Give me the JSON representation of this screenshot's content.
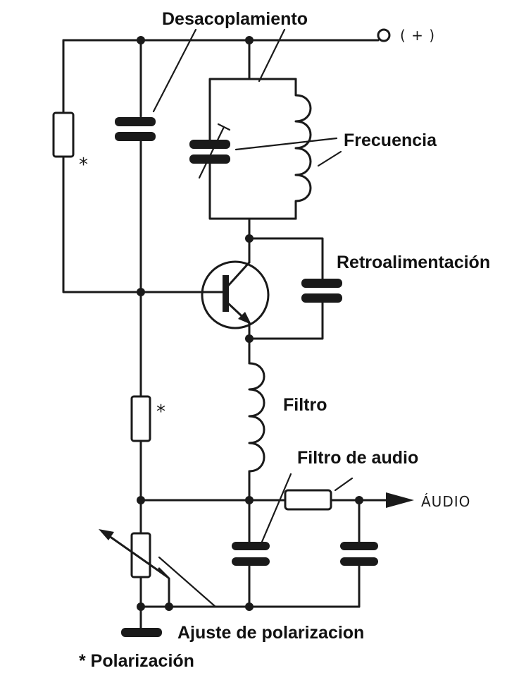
{
  "labels": {
    "desacoplamiento": "Desacoplamiento",
    "positive_terminal": "( + )",
    "frecuencia": "Frecuencia",
    "retroalimentacion": "Retroalimentación",
    "filtro": "Filtro",
    "filtro_de_audio": "Filtro de audio",
    "audio_output": "ÁUDIO",
    "ajuste_de_polarizacion": "Ajuste de polarizacion",
    "polarizacion_note": "* Polarización",
    "bias_marker_upper": "*",
    "bias_marker_lower": "*"
  },
  "colors": {
    "ink": "#1a1a1a",
    "background": "#ffffff"
  }
}
